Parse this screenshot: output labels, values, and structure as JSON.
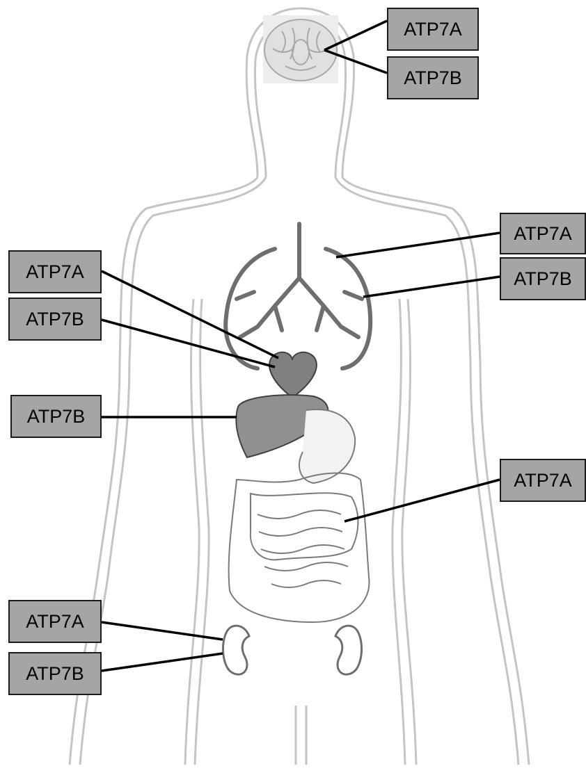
{
  "colors": {
    "label_fill": "#a5a5a5",
    "label_border": "#1a1a1a",
    "body_outline": "#c4c4c4",
    "organ_dark": "#6e6e6e",
    "organ_fill": "#909090",
    "leader_line": "#000000"
  },
  "organs": {
    "brain": {
      "name": "brain",
      "labels": [
        "ATP7A",
        "ATP7B"
      ]
    },
    "lungs": {
      "name": "lungs",
      "labels": [
        "ATP7A",
        "ATP7B"
      ]
    },
    "heart": {
      "name": "heart",
      "labels": [
        "ATP7A",
        "ATP7B"
      ]
    },
    "liver": {
      "name": "liver",
      "labels": [
        "ATP7B"
      ]
    },
    "intestine": {
      "name": "intestine",
      "labels": [
        "ATP7A"
      ]
    },
    "kidney": {
      "name": "kidney",
      "labels": [
        "ATP7A",
        "ATP7B"
      ]
    }
  }
}
